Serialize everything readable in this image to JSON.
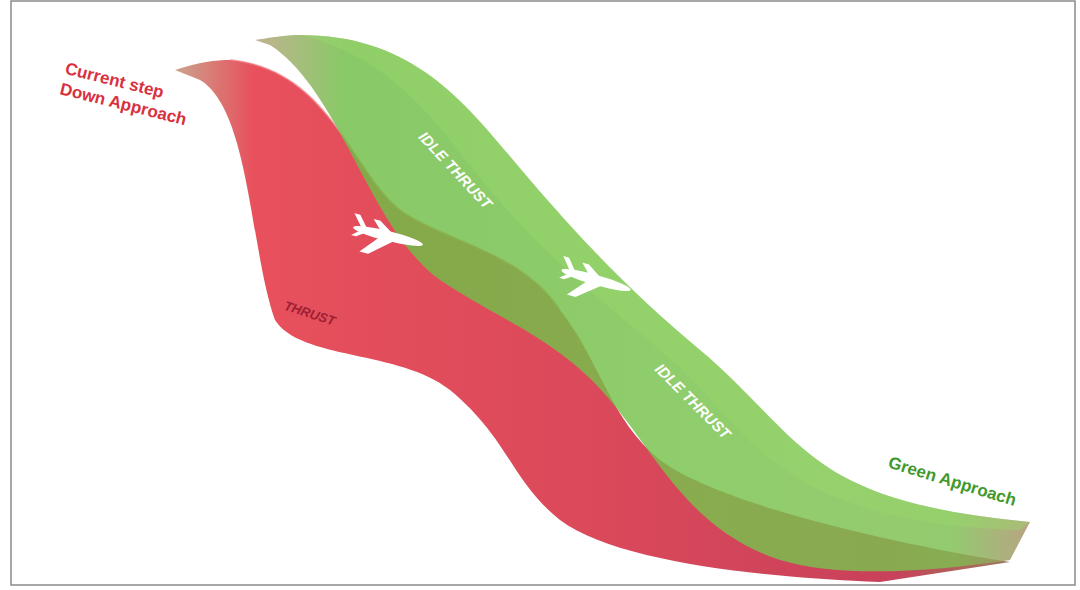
{
  "diagram": {
    "nodes": [
      {
        "text": [
          "Current step Down Approach",
          "THRUST"
        ]
      },
      {
        "text": [
          "IDLE THRUST",
          "IDLE THRUST",
          "Green Approach"
        ]
      }
    ]
  }
}
